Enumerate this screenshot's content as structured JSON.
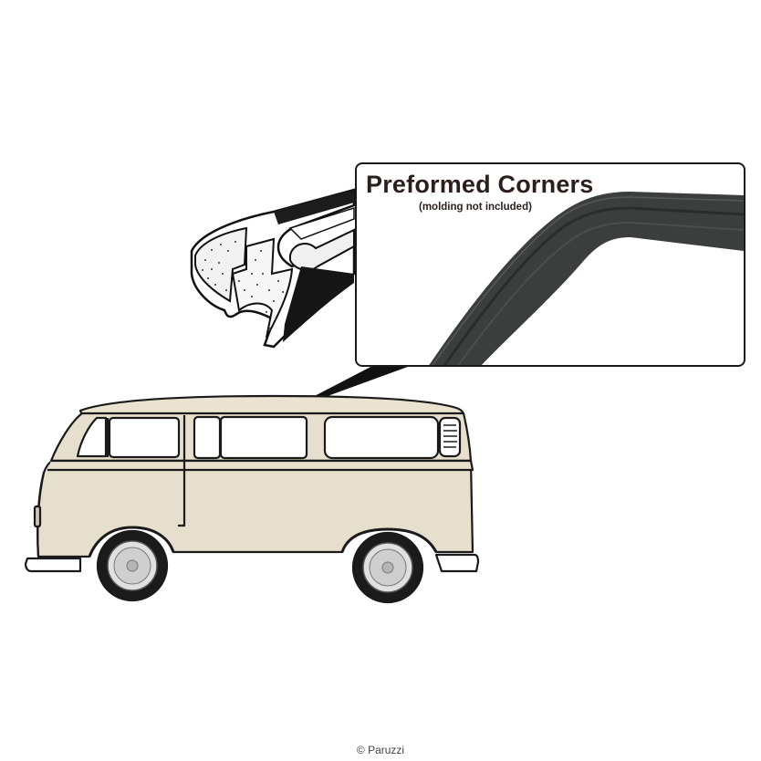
{
  "callout": {
    "title": "Preformed Corners",
    "subtitle": "(molding not included)"
  },
  "credit": "© Paruzzi",
  "colors": {
    "van_body": "#e7dfcd",
    "van_roof": "#ebe3d2",
    "outline": "#1a1a1a",
    "rubber": "#3a3d3c",
    "window_glass": "#ffffff"
  },
  "illustration": {
    "subject": "vw-bus-side-view",
    "detail": "rubber-seal-cross-section"
  }
}
